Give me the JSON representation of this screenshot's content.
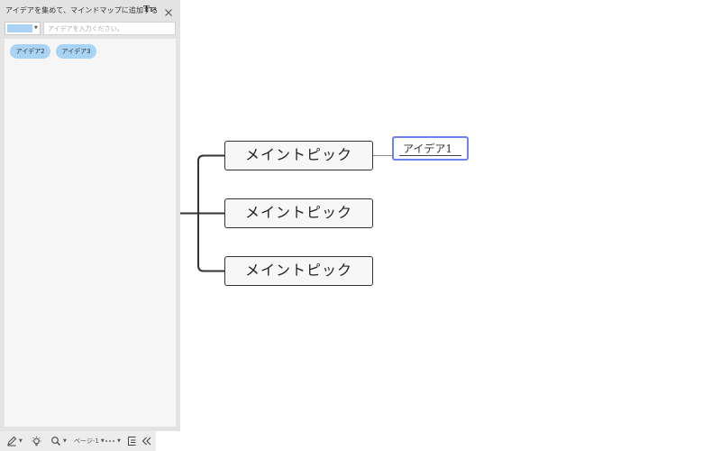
{
  "brainstorm_panel": {
    "title": "アイデアを集めて、マインドマップに追加する",
    "font_style_button": {
      "icon": "text-style-icon"
    },
    "close_button": {
      "icon": "close-icon"
    },
    "color_picker": {
      "selected_color": "#a9d4f5"
    },
    "idea_input": {
      "placeholder": "アイデアを入力ください。",
      "value": ""
    },
    "ideas": [
      {
        "label": "アイデア2",
        "color": "#a9d4f5"
      },
      {
        "label": "アイデア3",
        "color": "#a9d4f5"
      }
    ]
  },
  "bottom_toolbar": {
    "pen_tool": {
      "icon": "pen-icon"
    },
    "brainstorm_tool": {
      "icon": "lightbulb-icon"
    },
    "zoom_tool": {
      "icon": "magnifier-icon"
    },
    "page_selector": {
      "label": "ページ-1"
    },
    "more_menu": {
      "icon": "more-icon"
    },
    "outline_view": {
      "icon": "outline-icon"
    },
    "collapse_panel": {
      "icon": "double-chevron-left-icon"
    }
  },
  "mindmap": {
    "main_topics": [
      {
        "label": "メイントピック"
      },
      {
        "label": "メイントピック"
      },
      {
        "label": "メイントピック"
      }
    ],
    "subtopic": {
      "label": "アイデア1",
      "selected": true,
      "highlight_color": "#6b82f0"
    },
    "line_color": "#333333"
  }
}
